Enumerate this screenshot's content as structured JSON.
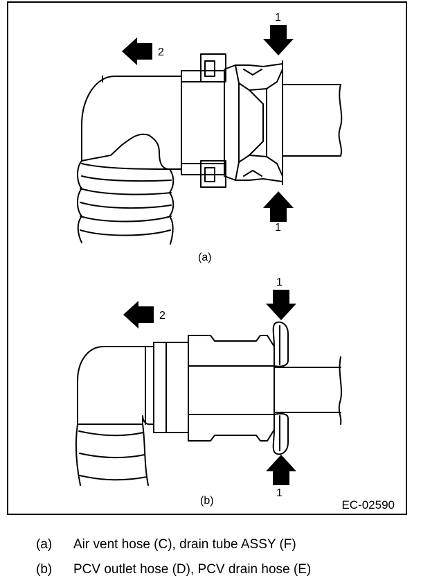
{
  "figure": {
    "code": "EC-02590",
    "panel_a": {
      "tag": "(a)",
      "arrow_push_label": "1",
      "arrow_pull_label": "2"
    },
    "panel_b": {
      "tag": "(b)",
      "arrow_push_label": "1",
      "arrow_pull_label": "2"
    }
  },
  "legend": [
    {
      "key": "(a)",
      "text": "Air vent hose (C), drain tube ASSY (F)"
    },
    {
      "key": "(b)",
      "text": "PCV outlet hose (D), PCV drain hose (E)"
    }
  ],
  "colors": {
    "line": "#000000",
    "background": "#ffffff"
  }
}
